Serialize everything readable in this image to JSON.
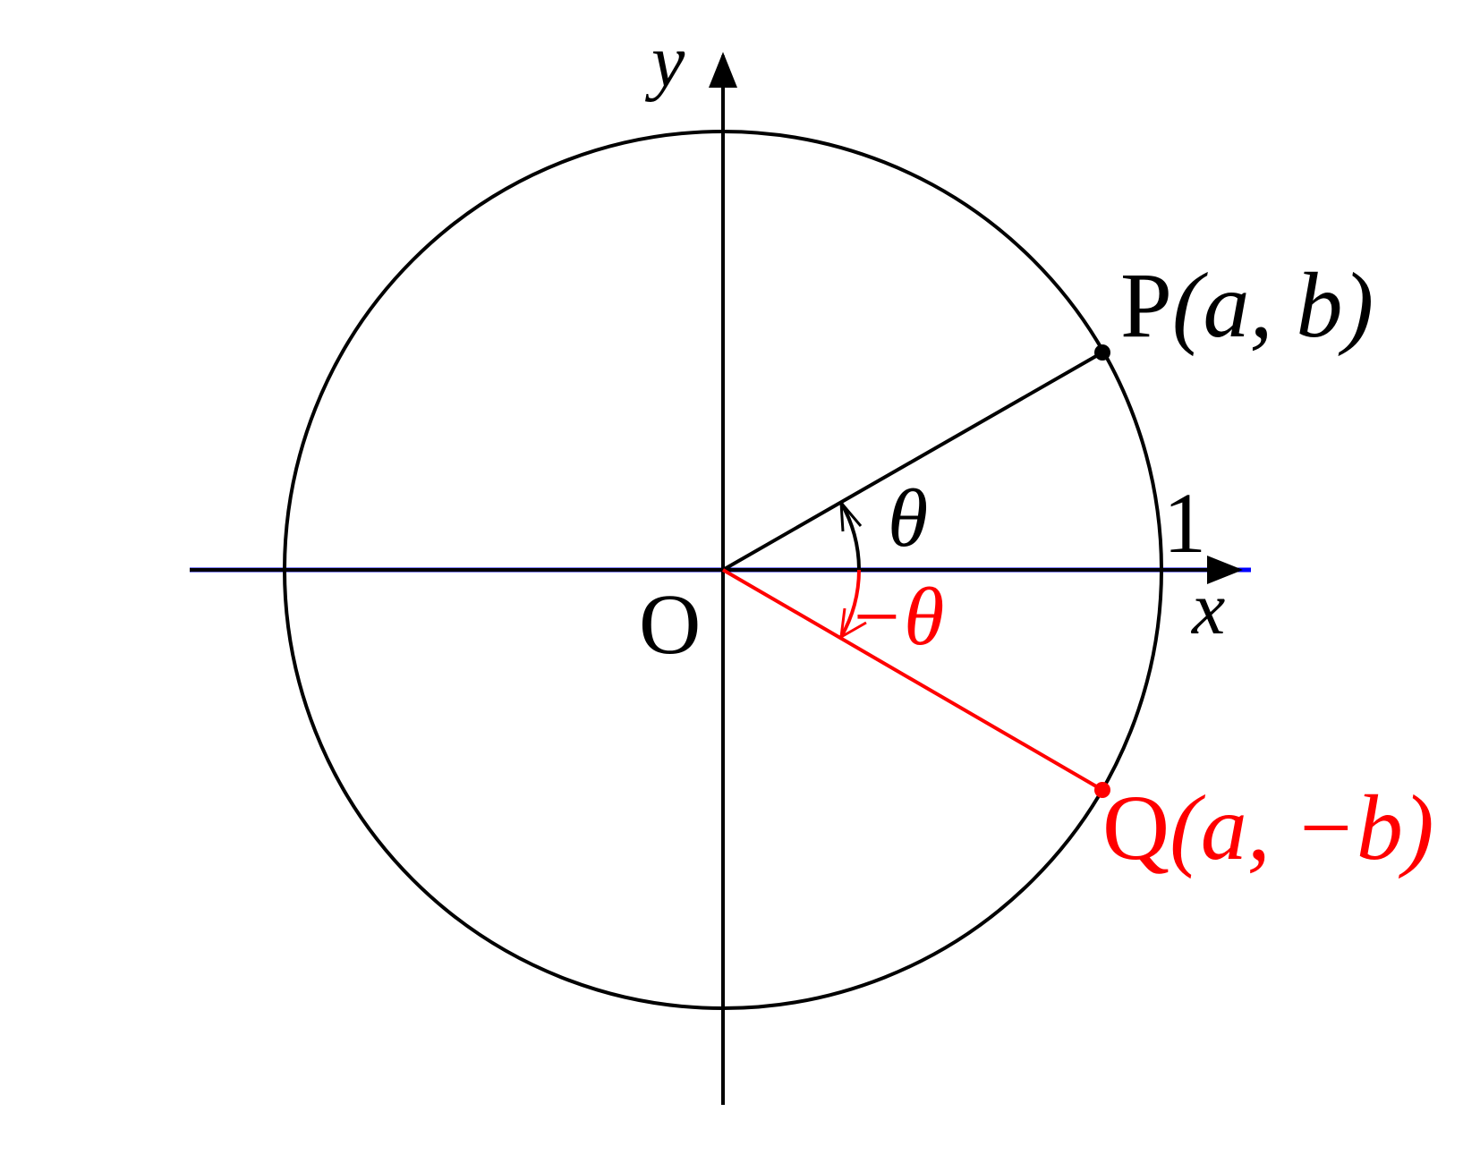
{
  "labels": {
    "y_axis": "y",
    "x_axis": "x",
    "origin": "O",
    "unit": "1",
    "p_name": "P",
    "p_coords": "(a, b)",
    "q_name": "Q",
    "q_coords": "(a, −b)",
    "theta": "θ",
    "neg_theta": "−θ"
  },
  "geometry_values": {
    "radius": 1,
    "theta_degrees": 30
  },
  "colors": {
    "primary": "#000000",
    "highlight": "#ff0000",
    "x_axis_underline": "#0000ff"
  }
}
